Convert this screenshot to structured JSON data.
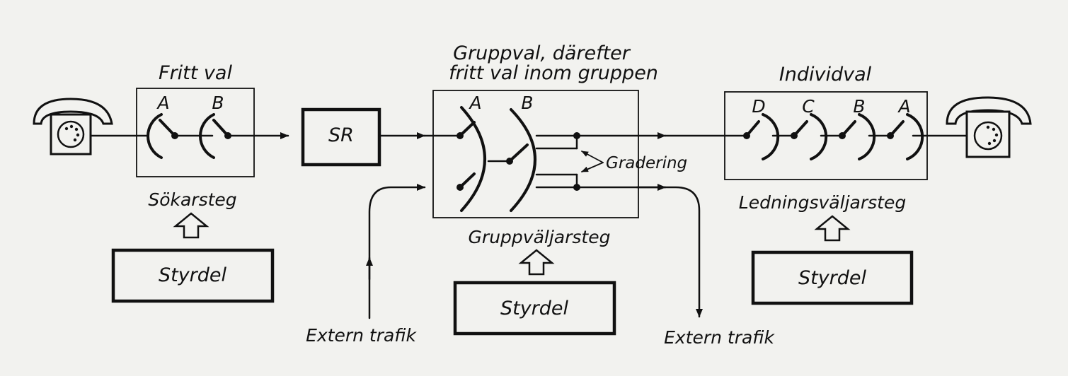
{
  "labels": {
    "fritt_val": "Fritt val",
    "gruppval_line1": "Gruppval, därefter",
    "gruppval_line2": "fritt val inom gruppen",
    "individval": "Individval",
    "sokarsteg": "Sökarsteg",
    "gruppvaljarsteg": "Gruppväljarsteg",
    "ledningsvaljarsteg": "Ledningsväljarsteg",
    "gradering": "Gradering",
    "extern_trafik_in": "Extern trafik",
    "extern_trafik_out": "Extern trafik",
    "sr": "SR",
    "styrdel_1": "Styrdel",
    "styrdel_2": "Styrdel",
    "styrdel_3": "Styrdel"
  },
  "switch_labels": {
    "sok_a": "A",
    "sok_b": "B",
    "grp_a": "A",
    "grp_b": "B",
    "led_d": "D",
    "led_c": "C",
    "led_b": "B",
    "led_a": "A"
  },
  "colors": {
    "ink": "#111111",
    "paper": "#f2f2ef"
  }
}
